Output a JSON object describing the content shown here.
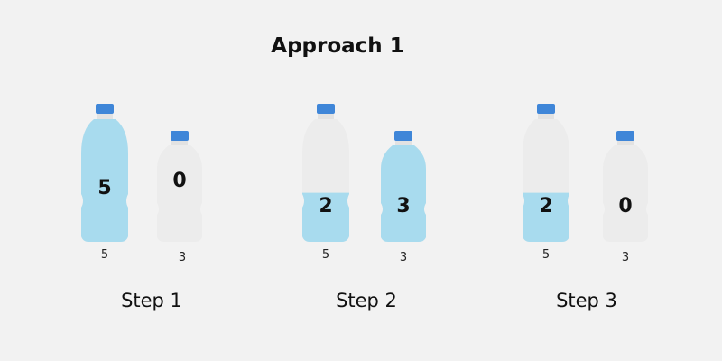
{
  "title": "Approach 1",
  "colors": {
    "water": "#a8dbee",
    "bottle": "#ececec",
    "cap": "#3f86d8"
  },
  "capacities": {
    "big": "5",
    "small": "3"
  },
  "steps": [
    {
      "label": "Step 1",
      "big_volume": "5",
      "small_volume": "0",
      "big_fill": 1.0,
      "small_fill": 0.0
    },
    {
      "label": "Step 2",
      "big_volume": "2",
      "small_volume": "3",
      "big_fill": 0.4,
      "small_fill": 1.0
    },
    {
      "label": "Step 3",
      "big_volume": "2",
      "small_volume": "0",
      "big_fill": 0.4,
      "small_fill": 0.0
    }
  ]
}
